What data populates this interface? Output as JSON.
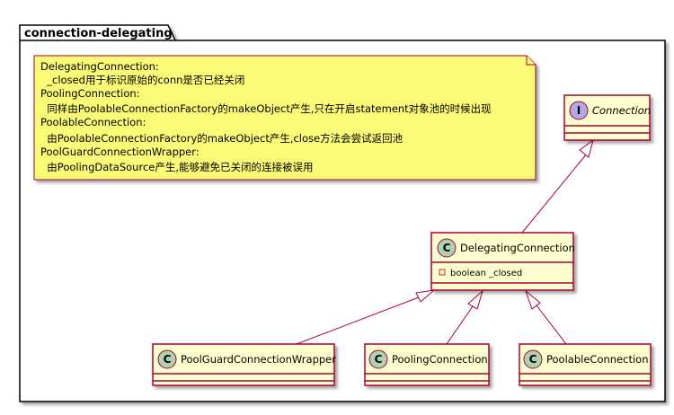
{
  "package": {
    "title": "connection-delegating"
  },
  "note": {
    "lines": [
      "DelegatingConnection:",
      "  _closed用于标识原始的conn是否已经关闭",
      "PoolingConnection:",
      "  同样由PoolableConnectionFactory的makeObject产生,只在开启statement对象池的时候出现",
      "PoolableConnection:",
      "  由PoolableConnectionFactory的makeObject产生,close方法会尝试返回池",
      "PoolGuardConnectionWrapper:",
      "  由PoolingDataSource产生,能够避免已关闭的连接被误用"
    ]
  },
  "classes": {
    "connection": {
      "name": "Connection",
      "stereotype": "I"
    },
    "delegating": {
      "name": "DelegatingConnection",
      "stereotype": "C",
      "attribute": "boolean _closed"
    },
    "poolguard": {
      "name": "PoolGuardConnectionWrapper",
      "stereotype": "C"
    },
    "pooling": {
      "name": "PoolingConnection",
      "stereotype": "C"
    },
    "poolable": {
      "name": "PoolableConnection",
      "stereotype": "C"
    }
  },
  "colors": {
    "class_fill": "#FEFECE",
    "border": "#A80036",
    "note_fill": "#FBFB77",
    "interface_circle": "#B4A7E5",
    "class_circle": "#ADD1B2",
    "package_border": "#000000"
  }
}
